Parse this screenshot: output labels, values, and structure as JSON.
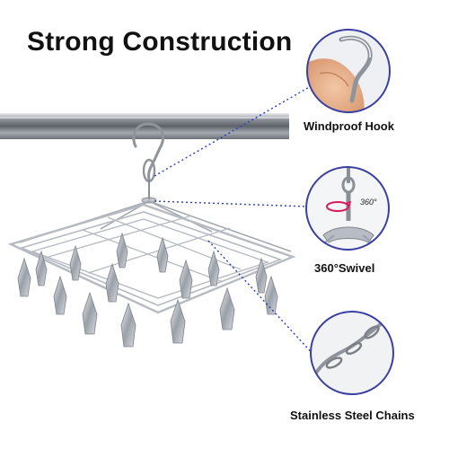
{
  "headline": "Strong Construction",
  "callouts": {
    "hook": {
      "label": "Windproof Hook"
    },
    "swivel": {
      "label": "360°Swivel",
      "rotation_badge": "360°"
    },
    "chain": {
      "label": "Stainless Steel Chains"
    }
  },
  "colors": {
    "circle_border": "#3a3fa0",
    "dotted_leader": "#2b3cc4",
    "rotation_arrow": "#d81b60",
    "steel": "#b8bcc4",
    "rail": "#9ea3ab"
  },
  "icons": [
    "hook-icon",
    "swivel-icon",
    "chain-icon",
    "drying-rack-icon",
    "clothes-pin-icon",
    "hanging-rail"
  ]
}
